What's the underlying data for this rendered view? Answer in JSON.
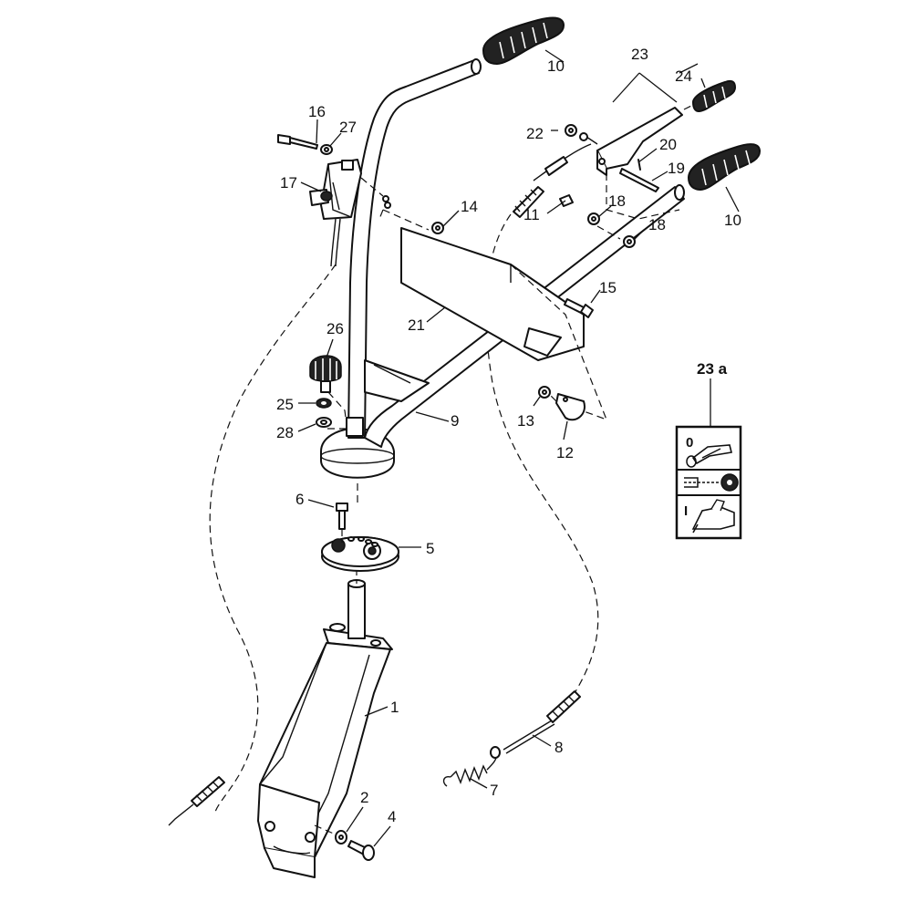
{
  "callouts": {
    "c1": "1",
    "c2": "2",
    "c4": "4",
    "c5": "5",
    "c6": "6",
    "c7": "7",
    "c8": "8",
    "c9": "9",
    "c10a": "10",
    "c10b": "10",
    "c11": "11",
    "c12": "12",
    "c13": "13",
    "c14": "14",
    "c15": "15",
    "c16": "16",
    "c17": "17",
    "c18a": "18",
    "c18b": "18",
    "c19": "19",
    "c20": "20",
    "c21": "21",
    "c22": "22",
    "c23": "23",
    "c24": "24",
    "c25": "25",
    "c26": "26",
    "c27": "27",
    "c28": "28",
    "c23a": "23 a"
  },
  "decal": {
    "top_symbol": "0",
    "bottom_symbol": "I"
  }
}
